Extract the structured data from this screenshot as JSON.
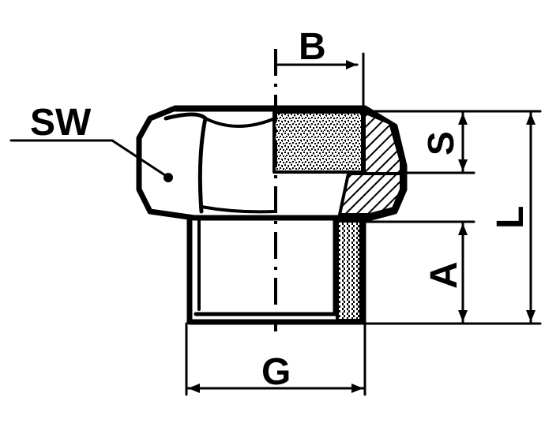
{
  "drawing": {
    "labels": {
      "wrench_size": "SW",
      "bore_depth": "B",
      "head_height": "S",
      "total_length": "L",
      "thread_length": "A",
      "thread_size": "G"
    },
    "colors": {
      "line": "#000000",
      "background": "#ffffff"
    }
  }
}
